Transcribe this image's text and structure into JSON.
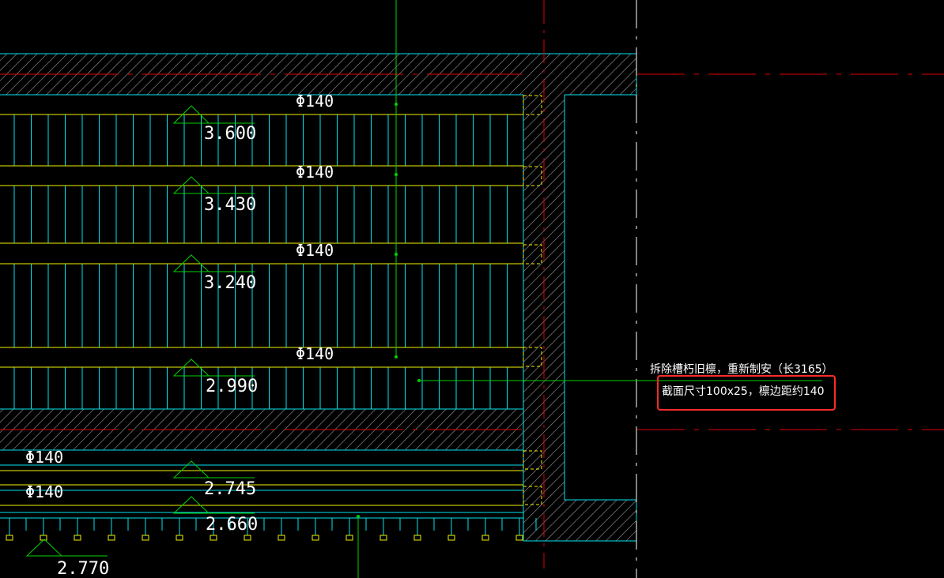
{
  "colors": {
    "background": "#000000",
    "cyan": "#00e5ee",
    "yellow": "#f2f200",
    "green": "#00d200",
    "red": "#e00000",
    "white": "#ffffff",
    "hatch": "#9a9a9a",
    "highlight_box": "#ff2a2a"
  },
  "dimension_labels": [
    "Φ140",
    "Φ140",
    "Φ140",
    "Φ140",
    "Φ140",
    "Φ140"
  ],
  "elevations": [
    "3.600",
    "3.430",
    "3.240",
    "2.990",
    "2.745",
    "2.660",
    "2.770"
  ],
  "annotation": {
    "line1": "拆除槽朽旧檩，重新制安（长3165）",
    "line2": "截面尺寸100x25，檩边距约140"
  }
}
